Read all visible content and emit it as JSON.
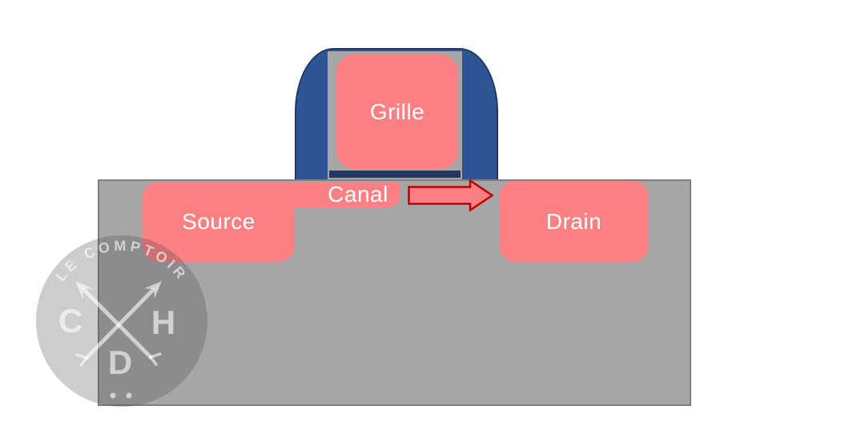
{
  "diagram": {
    "labels": {
      "gate": "Grille",
      "source": "Source",
      "channel": "Canal",
      "drain": "Drain"
    },
    "colors": {
      "region_pink": "#FB8084",
      "gate_blue": "#2F5496",
      "gate_blue_border": "#1F3864",
      "oxide_navy": "#1F3864",
      "substrate_gray": "#A6A6A6",
      "substrate_border": "#7F7F7F",
      "arrow_red": "#C00000",
      "label_text": "#FFFFFF"
    }
  },
  "watermark": {
    "arc_text": "LE COMPTOIR",
    "letter_left": "C",
    "letter_right": "H",
    "letter_bottom": "D"
  }
}
